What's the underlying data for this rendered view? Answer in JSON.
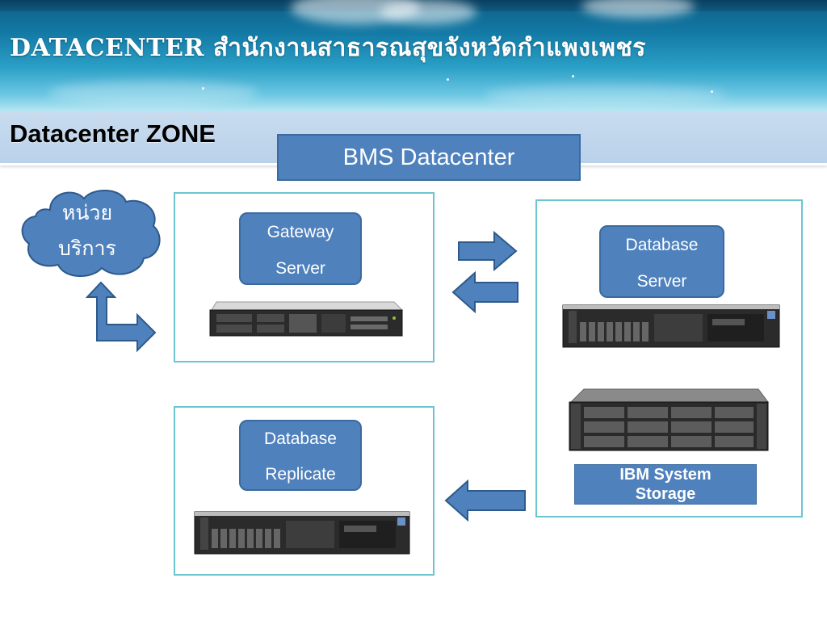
{
  "title": "DATACENTER สำนักงานสาธารณสุขจังหวัดกำแพงเพชร",
  "zone_title": "Datacenter ZONE",
  "datacenter_label": "BMS Datacenter",
  "cloud": {
    "line1": "หน่วย",
    "line2": "บริการ"
  },
  "gateway": {
    "line1": "Gateway",
    "line2": "Server"
  },
  "database_server": {
    "line1": "Database",
    "line2": "Server"
  },
  "database_replicate": {
    "line1": "Database",
    "line2": "Replicate"
  },
  "storage": {
    "line1": "IBM System",
    "line2": "Storage"
  },
  "colors": {
    "accent": "#4f81bd",
    "panel_border": "#6cc4cf",
    "zone_bar": "#c2d8ee"
  },
  "icons": [
    "cloud-icon",
    "corner-arrow-icon",
    "arrow-right-icon",
    "arrow-left-icon",
    "server-1u-icon",
    "server-2u-icon",
    "storage-array-icon"
  ]
}
